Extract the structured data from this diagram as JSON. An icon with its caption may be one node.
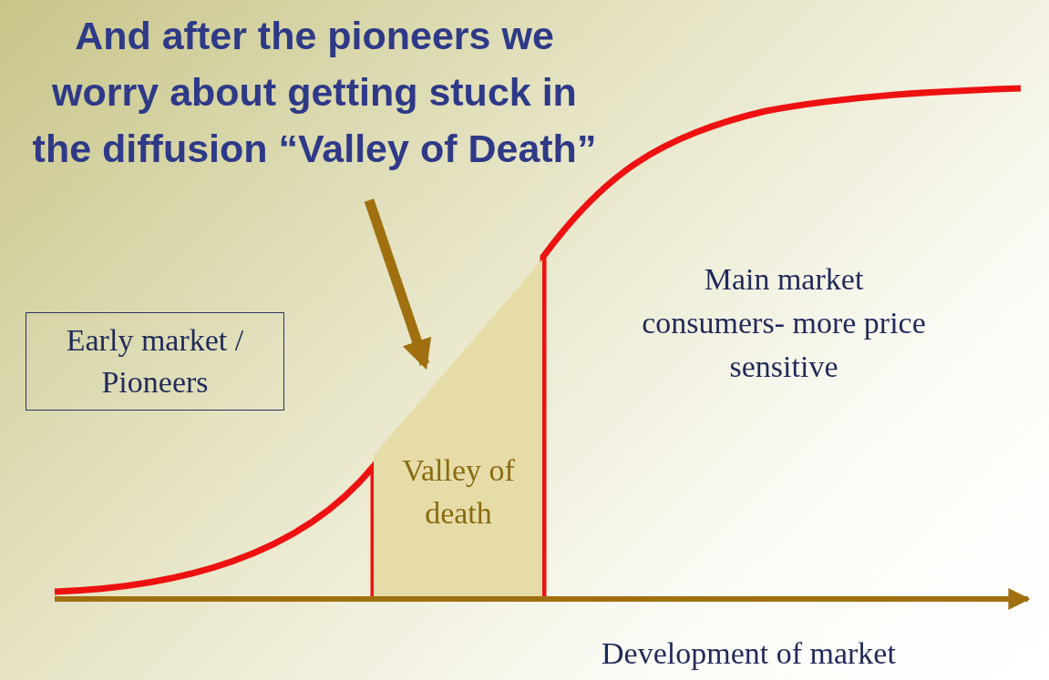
{
  "diagram": {
    "title": "And after the pioneers we worry about getting stuck in the diffusion “Valley of Death”",
    "nodes": [
      {
        "text": [
          "Early market / Pioneers"
        ]
      },
      {
        "text": [
          "Valley of death"
        ]
      }
    ],
    "edges": [
      {
        "from": null,
        "to": 1,
        "arrow": "to"
      }
    ],
    "labels": [
      "Main market consumers- more price sensitive",
      "Development of market"
    ]
  }
}
